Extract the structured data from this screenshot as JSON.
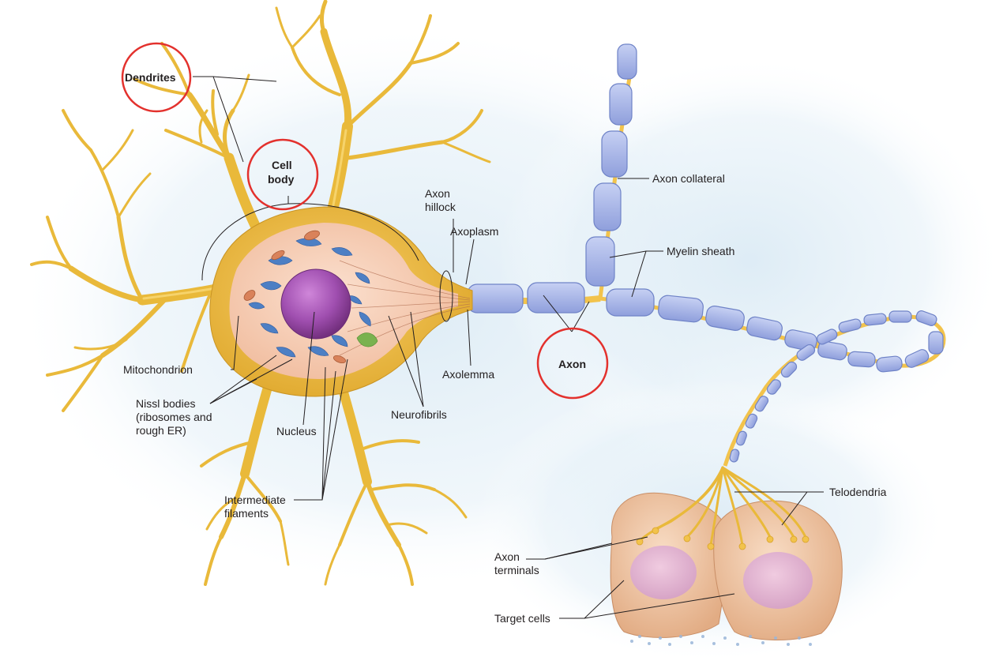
{
  "colors": {
    "background_glow": "#dcebf5",
    "neuron_body": "#f2c34c",
    "neuron_body_dark": "#d9a32c",
    "cytoplasm": "#f7d2bd",
    "nucleus": "#a04fb0",
    "nissl": "#4d7fc4",
    "mitochondria": "#d9825a",
    "myelin": "#a9b6e8",
    "node_gap": "#f2c34c",
    "target_cell": "#f1c6a3",
    "highlight_circle": "#e3312d"
  },
  "labels": {
    "dendrites": "Dendrites",
    "cell_body_line1": "Cell",
    "cell_body_line2": "body",
    "axon_hillock_line1": "Axon",
    "axon_hillock_line2": "hillock",
    "axoplasm": "Axoplasm",
    "axon_collateral": "Axon collateral",
    "myelin_sheath": "Myelin sheath",
    "axon": "Axon",
    "axolemma": "Axolemma",
    "mitochondrion": "Mitochondrion",
    "nissl_line1": "Nissl bodies",
    "nissl_line2": "(ribosomes and",
    "nissl_line3": "rough ER)",
    "nucleus": "Nucleus",
    "neurofibrils": "Neurofibrils",
    "intermediate_line1": "Intermediate",
    "intermediate_line2": "filaments",
    "telodendria": "Telodendria",
    "axon_terminals_line1": "Axon",
    "axon_terminals_line2": "terminals",
    "target_cells": "Target cells"
  }
}
